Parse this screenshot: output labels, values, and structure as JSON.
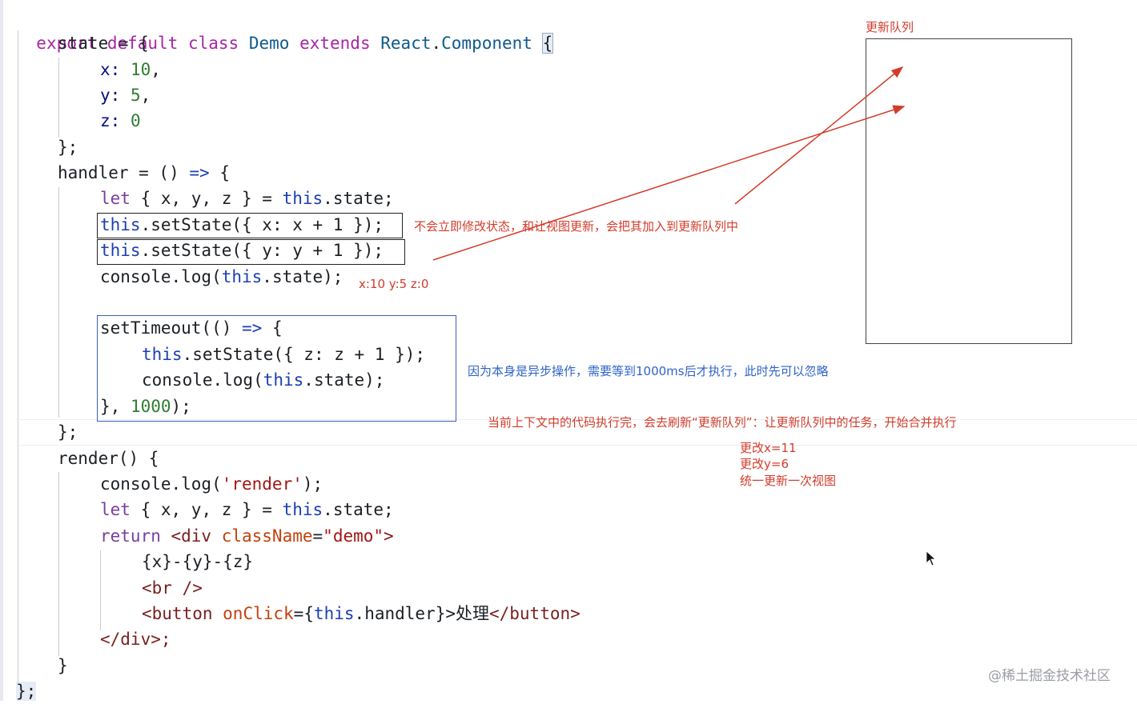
{
  "code": {
    "lines": [
      {
        "k1": "export",
        "k2": "default",
        "k3": "class",
        "name": "Demo",
        "k4": "extends",
        "base": "React",
        "dot": ".",
        "comp": "Component",
        "brace": "{"
      },
      {
        "text": "state = {"
      },
      {
        "prop": "x:",
        "val": "10",
        "tail": ","
      },
      {
        "prop": "y:",
        "val": "5",
        "tail": ","
      },
      {
        "prop": "z:",
        "val": "0",
        "tail": ""
      },
      {
        "text": "};"
      },
      {
        "text1": "handler = () ",
        "arrow": "=>",
        "text2": " {"
      },
      {
        "kw": "let",
        "mid": " { x, y, z } = ",
        "this": "this",
        "tail": ".state;"
      },
      {
        "this": "this",
        "tail": ".setState({ x: x + 1 });"
      },
      {
        "this": "this",
        "tail": ".setState({ y: y + 1 });"
      },
      {
        "head": "console.log(",
        "this": "this",
        "tail": ".state);"
      },
      {
        "text1": "setTimeout(() ",
        "arrow": "=>",
        "text2": " {"
      },
      {
        "this": "this",
        "tail": ".setState({ z: z + 1 });"
      },
      {
        "head": "console.log(",
        "this": "this",
        "tail": ".state);"
      },
      {
        "head": "}, ",
        "num": "1000",
        "tail": ");"
      },
      {
        "text": "};"
      },
      {
        "text": "render() {"
      },
      {
        "head": "console.log(",
        "str": "'render'",
        "tail": ");"
      },
      {
        "kw": "let",
        "mid": " { x, y, z } = ",
        "this": "this",
        "tail": ".state;"
      },
      {
        "kw": "return",
        "lt": " <div ",
        "attr": "className",
        "eq": "=",
        "str": "\"demo\"",
        "gt": ">"
      },
      {
        "text": "{x}-{y}-{z}"
      },
      {
        "text": "<br />"
      },
      {
        "lt": "<button ",
        "attr": "onClick",
        "eq": "={",
        "this": "this",
        "mid": ".handler}>",
        "cn": "处理",
        "tail": "</button>"
      },
      {
        "text": "</div>;"
      },
      {
        "text": "}"
      },
      {
        "text": "};"
      }
    ]
  },
  "annotations": {
    "sync_note": "不会立即修改状态，和让视图更新，会把其加入到更新队列中",
    "log_result": "x:10 y:5 z:0",
    "async_note": "因为本身是异步操作，需要等到1000ms后才执行，此时先可以忽略",
    "flush_note": "当前上下文中的代码执行完，会去刷新“更新队列”：让更新队列中的任务，开始合并执行",
    "steps": [
      "更改x=11",
      "更改y=6",
      "统一更新一次视图"
    ],
    "queue_title": "更新队列"
  },
  "watermark": "@稀土掘金技术社区",
  "colors": {
    "annotation_red": "#d23c2b",
    "annotation_blue": "#2f63c8"
  }
}
